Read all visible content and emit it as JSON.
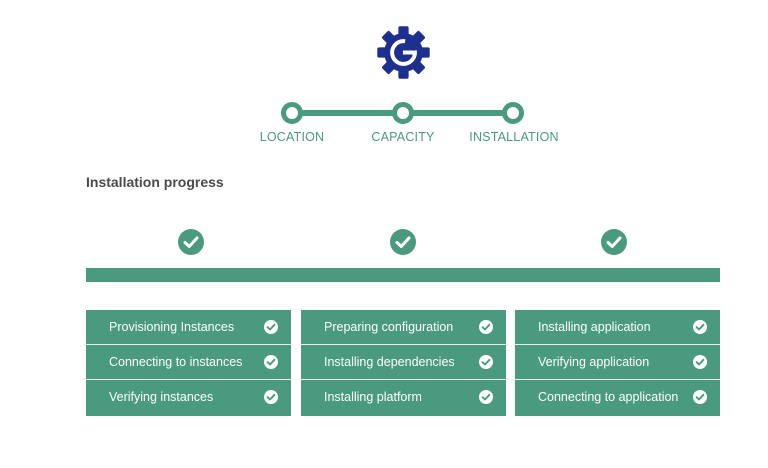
{
  "colors": {
    "accent": "#4a9a80",
    "logo": "#1d2f8f",
    "title": "#4a4a4a"
  },
  "logo": {
    "icon": "gear-g-icon"
  },
  "stepper": {
    "steps": [
      {
        "label": "LOCATION"
      },
      {
        "label": "CAPACITY"
      },
      {
        "label": "INSTALLATION"
      }
    ]
  },
  "progress": {
    "title": "Installation progress",
    "percent": 100,
    "stages": [
      {
        "status": "complete",
        "icon": "check-circle-icon"
      },
      {
        "status": "complete",
        "icon": "check-circle-icon"
      },
      {
        "status": "complete",
        "icon": "check-circle-icon"
      }
    ]
  },
  "tasks": [
    {
      "items": [
        {
          "label": "Provisioning Instances",
          "status": "complete"
        },
        {
          "label": "Connecting to instances",
          "status": "complete"
        },
        {
          "label": "Verifying instances",
          "status": "complete"
        }
      ]
    },
    {
      "items": [
        {
          "label": "Preparing configuration",
          "status": "complete"
        },
        {
          "label": "Installing dependencies",
          "status": "complete"
        },
        {
          "label": "Installing platform",
          "status": "complete"
        }
      ]
    },
    {
      "items": [
        {
          "label": "Installing application",
          "status": "complete"
        },
        {
          "label": "Verifying application",
          "status": "complete"
        },
        {
          "label": "Connecting to application",
          "status": "complete"
        }
      ]
    }
  ]
}
